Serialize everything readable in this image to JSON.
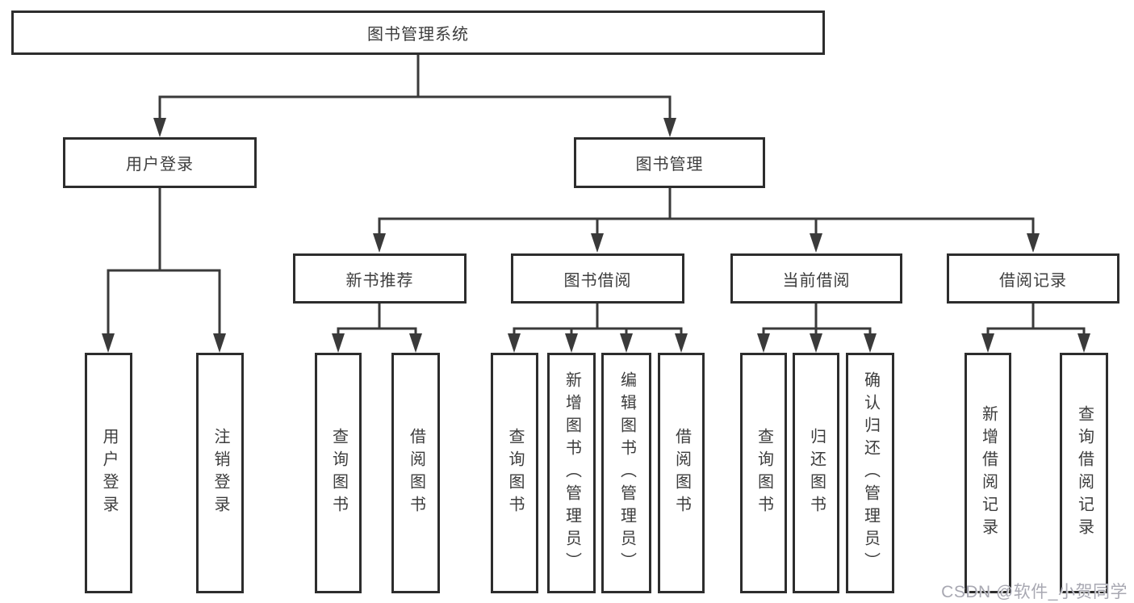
{
  "tree": {
    "label": "图书管理系统",
    "children": [
      {
        "label": "用户登录",
        "children": [
          {
            "label": "用户登录"
          },
          {
            "label": "注销登录"
          }
        ]
      },
      {
        "label": "图书管理",
        "children": [
          {
            "label": "新书推荐",
            "children": [
              {
                "label": "查询图书"
              },
              {
                "label": "借阅图书"
              }
            ]
          },
          {
            "label": "图书借阅",
            "children": [
              {
                "label": "查询图书"
              },
              {
                "label": "新增图书（管理员）"
              },
              {
                "label": "编辑图书（管理员）"
              },
              {
                "label": "借阅图书"
              }
            ]
          },
          {
            "label": "当前借阅",
            "children": [
              {
                "label": "查询图书"
              },
              {
                "label": "归还图书"
              },
              {
                "label": "确认归还（管理员）"
              }
            ]
          },
          {
            "label": "借阅记录",
            "children": [
              {
                "label": "新增借阅记录"
              },
              {
                "label": "查询借阅记录"
              }
            ]
          }
        ]
      }
    ]
  },
  "colors": {
    "line": "#3a3a3a",
    "border": "#2d2d2d",
    "text": "#3d3d3d"
  },
  "watermark": {
    "text": "CSDN @软件_小贺同学",
    "color": "#a8a8b2"
  }
}
